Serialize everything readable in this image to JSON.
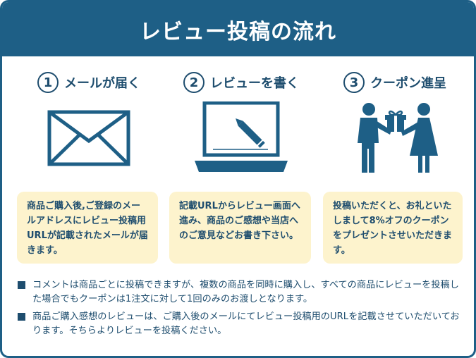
{
  "header": {
    "title": "レビュー投稿の流れ"
  },
  "steps": [
    {
      "number": "1",
      "title": "メールが届く",
      "icon": "envelope-icon",
      "text": "商品ご購入後,ご登録のメールアドレスにレビュー投稿用URLが記載されたメールが届きます。"
    },
    {
      "number": "2",
      "title": "レビューを書く",
      "icon": "laptop-pen-icon",
      "text": "記載URLからレビュー画面へ進み、商品のご感想や当店へのご意見などお書き下さい。"
    },
    {
      "number": "3",
      "title": "クーポン進呈",
      "icon": "gift-giving-icon",
      "text": "投稿いただくと、お礼といたしまして8%オフのクーポンをプレゼントさせいただきます。"
    }
  ],
  "notes": [
    "コメントは商品ごとに投稿できますが、複数の商品を同時に購入し、すべての商品にレビューを投稿した場合でもクーポンは1注文に対して1回のみのお渡しとなります。",
    "商品ご購入感想のレビューは、ご購入後のメールにてレビュー投稿用のURLを記載させていただいております。そちらよりレビューを投稿ください。"
  ],
  "colors": {
    "primary": "#1e5f86",
    "text": "#1e4d6e",
    "box": "#fdf3cd"
  }
}
